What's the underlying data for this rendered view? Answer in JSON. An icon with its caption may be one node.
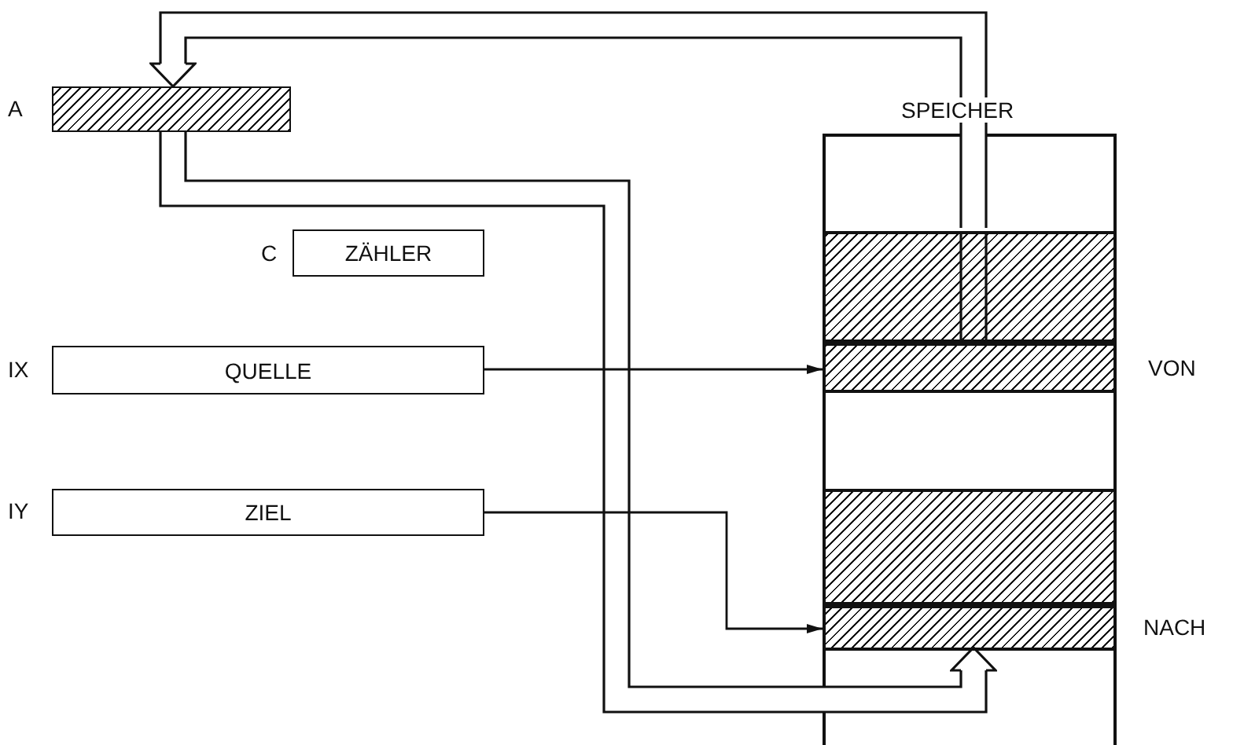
{
  "diagram": {
    "nodes": [
      {
        "text": [
          "A"
        ]
      },
      {
        "text": [
          "C",
          "ZÄHLER"
        ]
      },
      {
        "text": [
          "IX",
          "QUELLE"
        ]
      },
      {
        "text": [
          "IY",
          "ZIEL"
        ]
      },
      {
        "text": [
          "SPEICHER"
        ]
      },
      {
        "text": [],
        "shape": "box",
        "in": 4
      },
      {
        "text": [
          "VON"
        ],
        "in": 4
      },
      {
        "text": [],
        "shape": "box",
        "in": 4
      },
      {
        "text": [
          "NACH"
        ],
        "in": 4
      }
    ],
    "edges": [
      {
        "from": 5,
        "to": 0,
        "arrow": "to",
        "style": "thick"
      },
      {
        "from": 0,
        "to": 8,
        "arrow": "to",
        "style": "thick"
      },
      {
        "from": 2,
        "to": 6,
        "arrow": "to"
      },
      {
        "from": 3,
        "to": 8,
        "arrow": "to"
      }
    ]
  }
}
